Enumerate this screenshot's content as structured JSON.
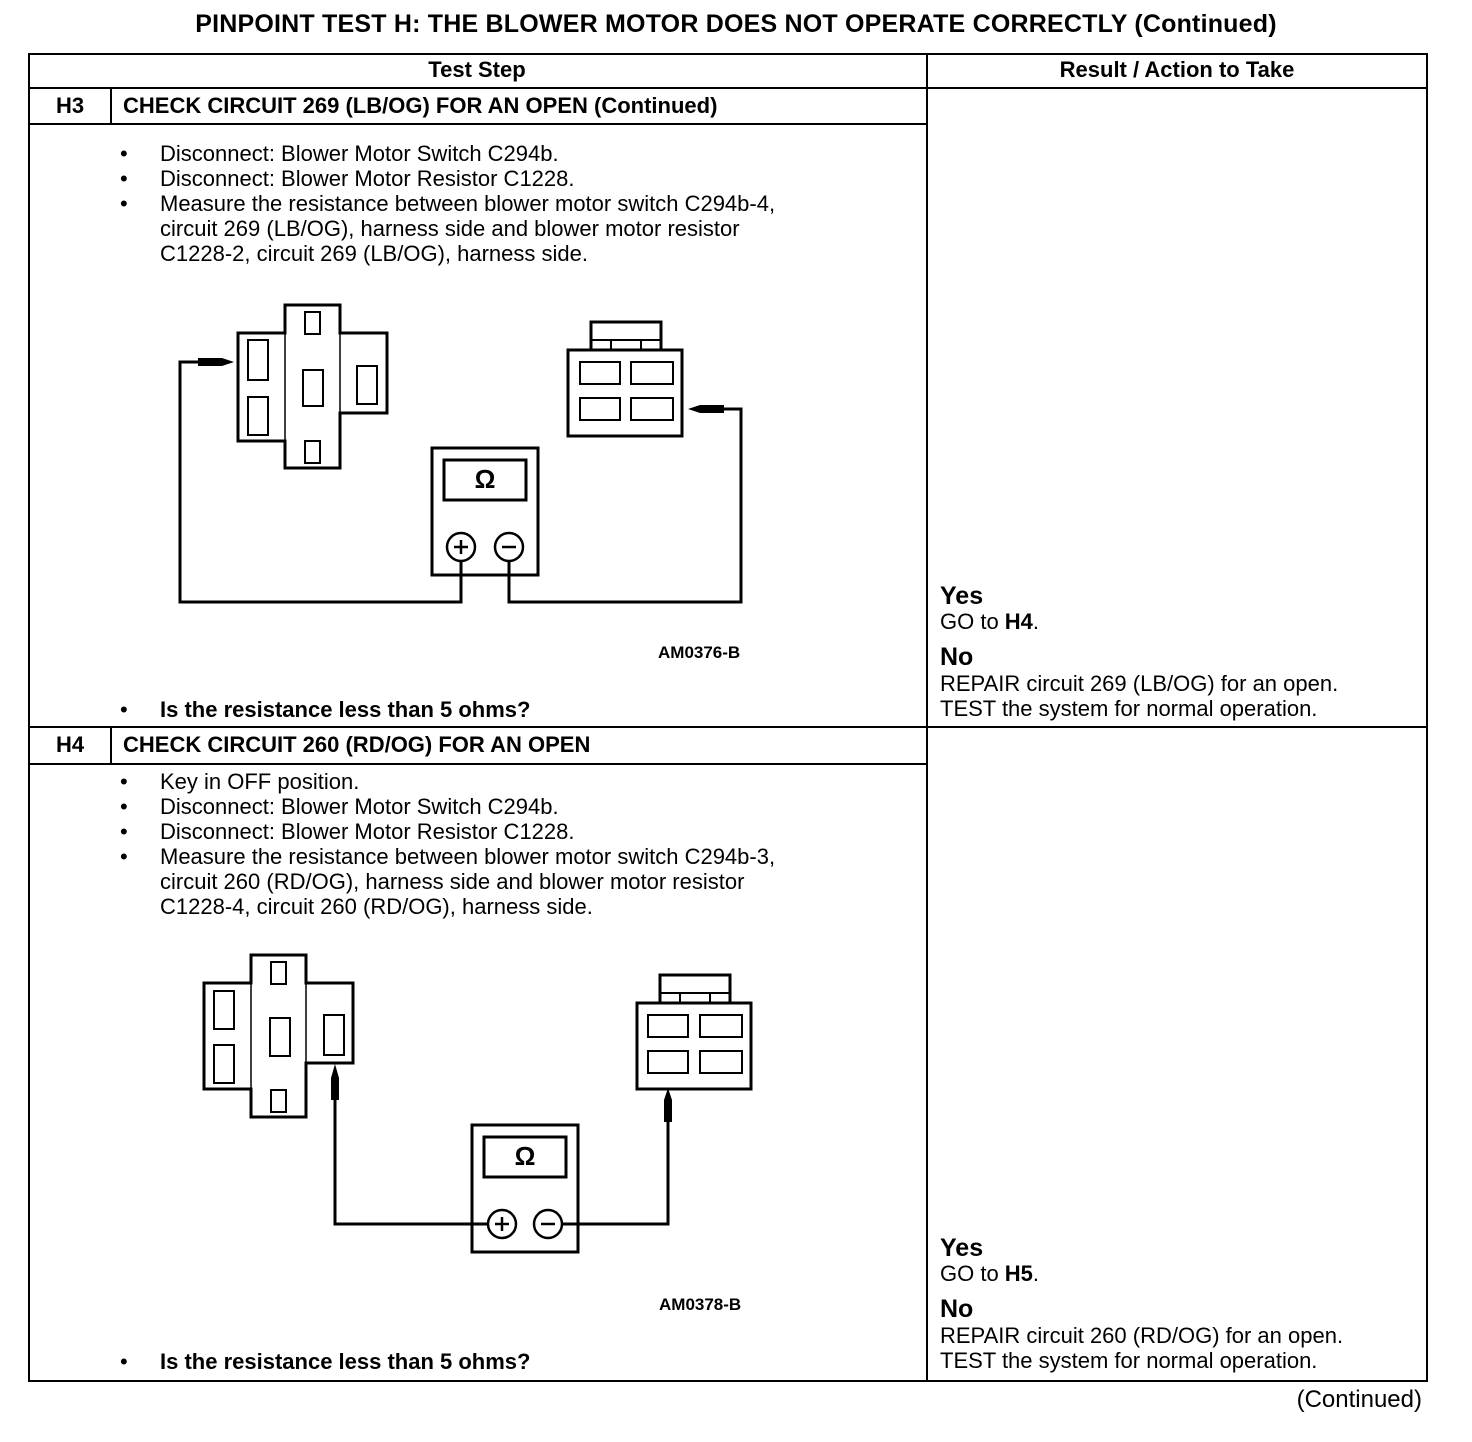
{
  "title": "PINPOINT TEST H: THE BLOWER MOTOR DOES NOT OPERATE CORRECTLY (Continued)",
  "headers": {
    "test_step": "Test Step",
    "result": "Result / Action to Take"
  },
  "steps": [
    {
      "code": "H3",
      "heading": "CHECK CIRCUIT 269 (LB/OG) FOR AN OPEN (Continued)",
      "bullets": [
        "Disconnect: Blower Motor Switch C294b.",
        "Disconnect: Blower Motor Resistor C1228.",
        "Measure the resistance between blower motor switch C294b-4,",
        "circuit 269 (LB/OG), harness side and blower motor resistor",
        "C1228-2, circuit 269 (LB/OG), harness side."
      ],
      "figure_ref": "AM0376-B",
      "meter_symbol": "Ω",
      "question": "Is the resistance less than 5 ohms?",
      "yes_label": "Yes",
      "yes_action_prefix": "GO to ",
      "yes_target": "H4",
      "yes_suffix": ".",
      "no_label": "No",
      "no_action_1": "REPAIR circuit 269 (LB/OG) for an open.",
      "no_action_2": "TEST the system for normal operation."
    },
    {
      "code": "H4",
      "heading": "CHECK CIRCUIT 260 (RD/OG) FOR AN OPEN",
      "bullets": [
        "Key in OFF position.",
        "Disconnect: Blower Motor Switch C294b.",
        "Disconnect: Blower Motor Resistor C1228.",
        "Measure the resistance between blower motor switch C294b-3,",
        "circuit 260 (RD/OG), harness side and blower motor resistor",
        "C1228-4, circuit 260 (RD/OG), harness side."
      ],
      "figure_ref": "AM0378-B",
      "meter_symbol": "Ω",
      "question": "Is the resistance less than 5 ohms?",
      "yes_label": "Yes",
      "yes_action_prefix": "GO to ",
      "yes_target": "H5",
      "yes_suffix": ".",
      "no_label": "No",
      "no_action_1": "REPAIR circuit 260 (RD/OG) for an open.",
      "no_action_2": "TEST the system for normal operation."
    }
  ],
  "bullet_glyph": "•",
  "footer": "(Continued)"
}
